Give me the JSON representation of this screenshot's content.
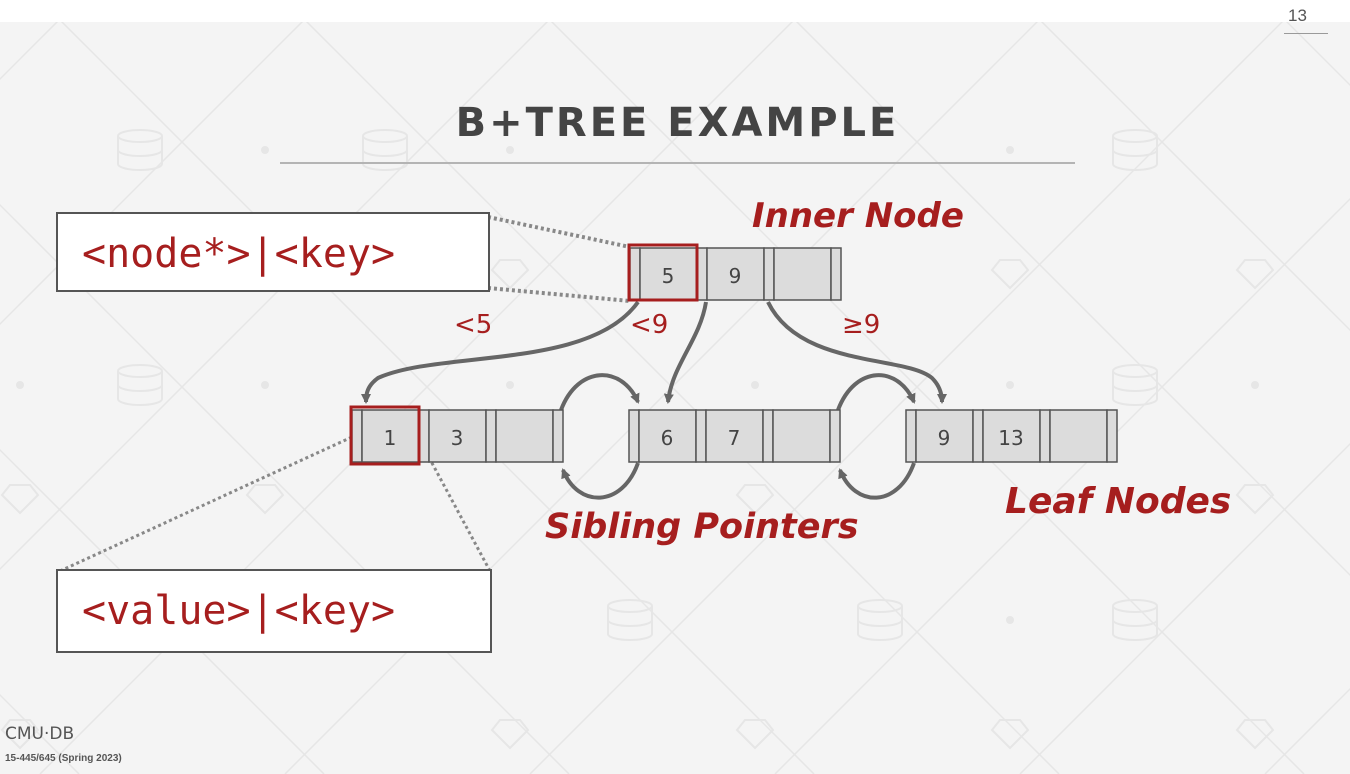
{
  "slide": {
    "page_number": "13",
    "title": "B+TREE EXAMPLE",
    "footer_logo": "CMU·DB",
    "footer_course": "15-445/645 (Spring 2023)"
  },
  "labels": {
    "inner_node": "Inner Node",
    "leaf_nodes": "Leaf Nodes",
    "sibling_pointers": "Sibling Pointers"
  },
  "legend": {
    "inner_format": "<node*>|<key>",
    "leaf_format": "<value>|<key>"
  },
  "edge_labels": {
    "less_than_5": "<5",
    "less_than_9": "<9",
    "at_least_9": "≥9"
  },
  "tree": {
    "inner": {
      "keys": [
        "5",
        "9",
        ""
      ]
    },
    "leaves": [
      {
        "keys": [
          "1",
          "3",
          ""
        ]
      },
      {
        "keys": [
          "6",
          "7",
          ""
        ]
      },
      {
        "keys": [
          "9",
          "13",
          ""
        ]
      }
    ]
  },
  "colors": {
    "accent_red": "#a61e1e",
    "node_fill": "#dcdcdc",
    "node_border": "#555555",
    "arrow": "#666666"
  }
}
